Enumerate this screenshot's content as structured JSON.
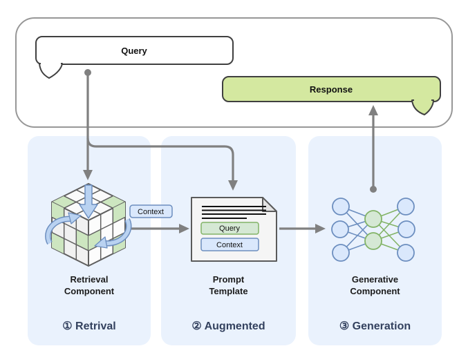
{
  "top_box": {
    "query_bubble_label": "Query",
    "response_bubble_label": "Response"
  },
  "flow": {
    "context_label": "Context"
  },
  "prompt_template": {
    "query_chip": "Query",
    "context_chip": "Context"
  },
  "stages": [
    {
      "name_line1": "Retrieval",
      "name_line2": "Component",
      "step": "① Retrival"
    },
    {
      "name_line1": "Prompt",
      "name_line2": "Template",
      "step": "② Augmented"
    },
    {
      "name_line1": "Generative",
      "name_line2": "Component",
      "step": "③ Generation"
    }
  ],
  "colors": {
    "panel_bg": "#eaf2fd",
    "response_green": "#d4e8a0",
    "chip_blue_fill": "#dae8fc",
    "chip_blue_stroke": "#6c8ebf",
    "chip_green_fill": "#d5e8d4",
    "chip_green_stroke": "#82b366",
    "connector_gray": "#808080",
    "step_label_text": "#33415e"
  }
}
